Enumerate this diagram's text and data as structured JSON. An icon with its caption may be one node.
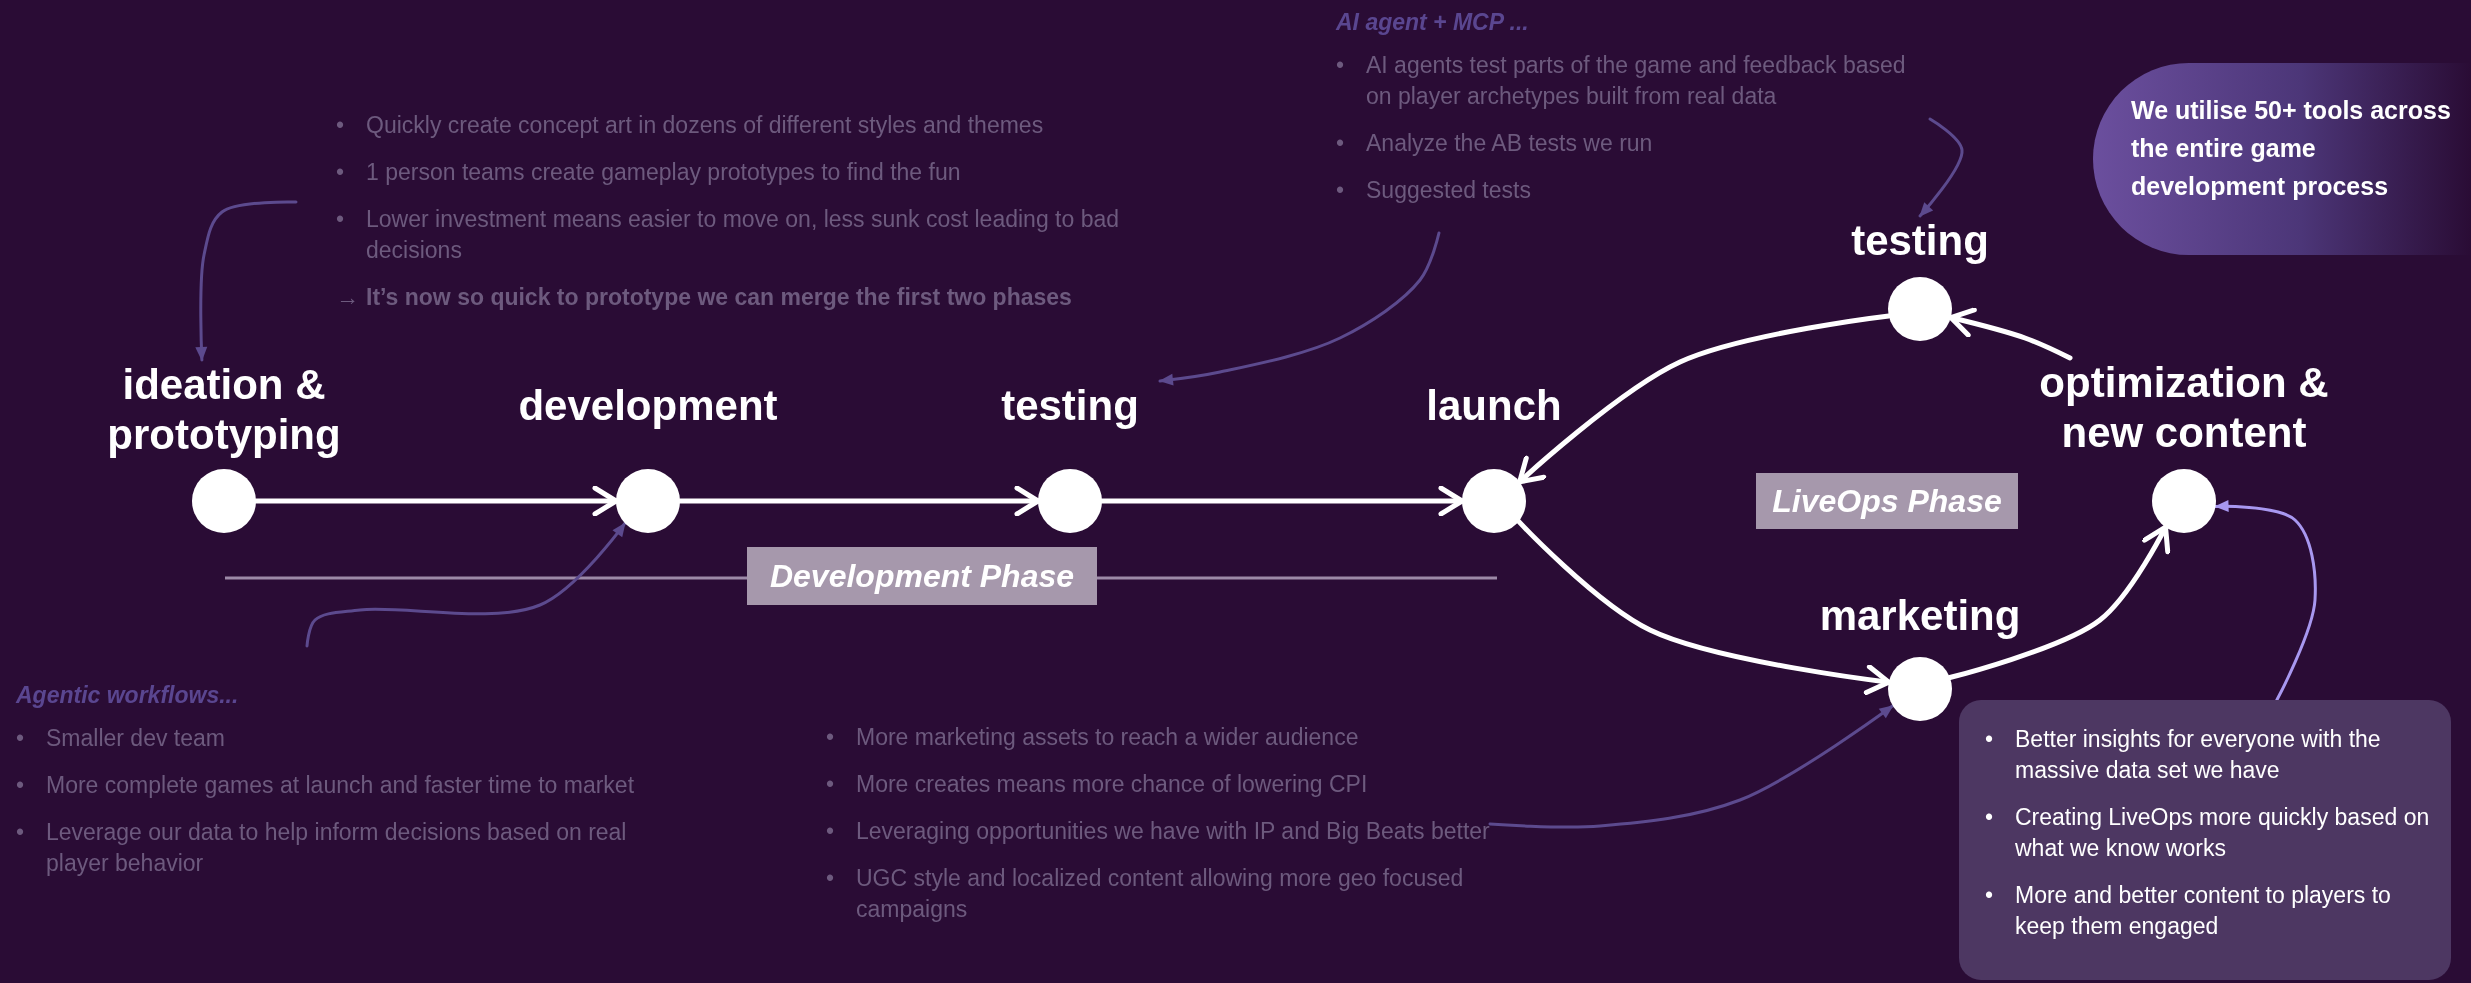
{
  "diagram": {
    "nodes": [
      {
        "text": [
          "AI agent + MCP ...",
          "• AI agents test parts of the game and feedback based on player archetypes built from real data",
          "• Analyze the AB tests we run",
          "• Suggested tests"
        ]
      },
      {
        "text": [
          "• Quickly create concept art in dozens of different styles and themes",
          "• 1 person teams create gameplay prototypes to find the fun",
          "• Lower investment means easier to move on, less sunk cost leading to bad decisions",
          "→ It’s now so quick to prototype we can merge the first two phases"
        ]
      },
      {
        "text": [
          "We utilise 50+ tools across the entire game development process"
        ]
      },
      {
        "text": [
          "testing"
        ]
      },
      {
        "text": [
          "ideation & prototyping"
        ]
      },
      {
        "text": [
          "development"
        ]
      },
      {
        "text": [
          "testing"
        ]
      },
      {
        "text": [
          "launch"
        ]
      },
      {
        "text": [
          "optimization & new content"
        ]
      },
      {
        "text": [
          "LiveOps Phase"
        ]
      },
      {
        "text": [
          "Development Phase"
        ]
      },
      {
        "text": [
          "marketing"
        ]
      },
      {
        "text": [
          "Agentic workflows...",
          "• Smaller dev team",
          "• More complete games at launch and faster time to market",
          "• Leverage our data to help inform decisions based on real player behavior"
        ]
      },
      {
        "text": [
          "• More marketing assets to reach a wider audience",
          "• More creates means more chance of lowering CPI",
          "• Leveraging opportunities we have with IP and Big Beats better",
          "• UGC style and localized content allowing more geo focused campaigns"
        ]
      },
      {
        "text": [
          "• Better insights for everyone with the massive data set we have",
          "• Creating LiveOps more quickly based on what we know works",
          "• More and better content to players to keep them engaged"
        ]
      }
    ],
    "edges": [
      {
        "from": 4,
        "to": 5,
        "arrow": "to"
      },
      {
        "from": 5,
        "to": 6,
        "arrow": "to"
      },
      {
        "from": 6,
        "to": 7,
        "arrow": "to"
      },
      {
        "from": 7,
        "to": 11,
        "arrow": "to"
      },
      {
        "from": 11,
        "to": 8,
        "arrow": "to"
      },
      {
        "from": 8,
        "to": 3,
        "arrow": "to"
      },
      {
        "from": 3,
        "to": 7,
        "arrow": "to"
      },
      {
        "from": 1,
        "to": 4,
        "arrow": "to",
        "color": "#5c4a8e"
      },
      {
        "from": 12,
        "to": 5,
        "arrow": "to",
        "color": "#5c4a8e"
      },
      {
        "from": 0,
        "to": 6,
        "arrow": "to",
        "color": "#5c4a8e"
      },
      {
        "from": 0,
        "to": 3,
        "arrow": "to",
        "color": "#5c4a8e"
      },
      {
        "from": 13,
        "to": 11,
        "arrow": "to",
        "color": "#5c4a8e"
      },
      {
        "from": 14,
        "to": 8,
        "arrow": "to",
        "color": "#a898f0"
      }
    ]
  }
}
